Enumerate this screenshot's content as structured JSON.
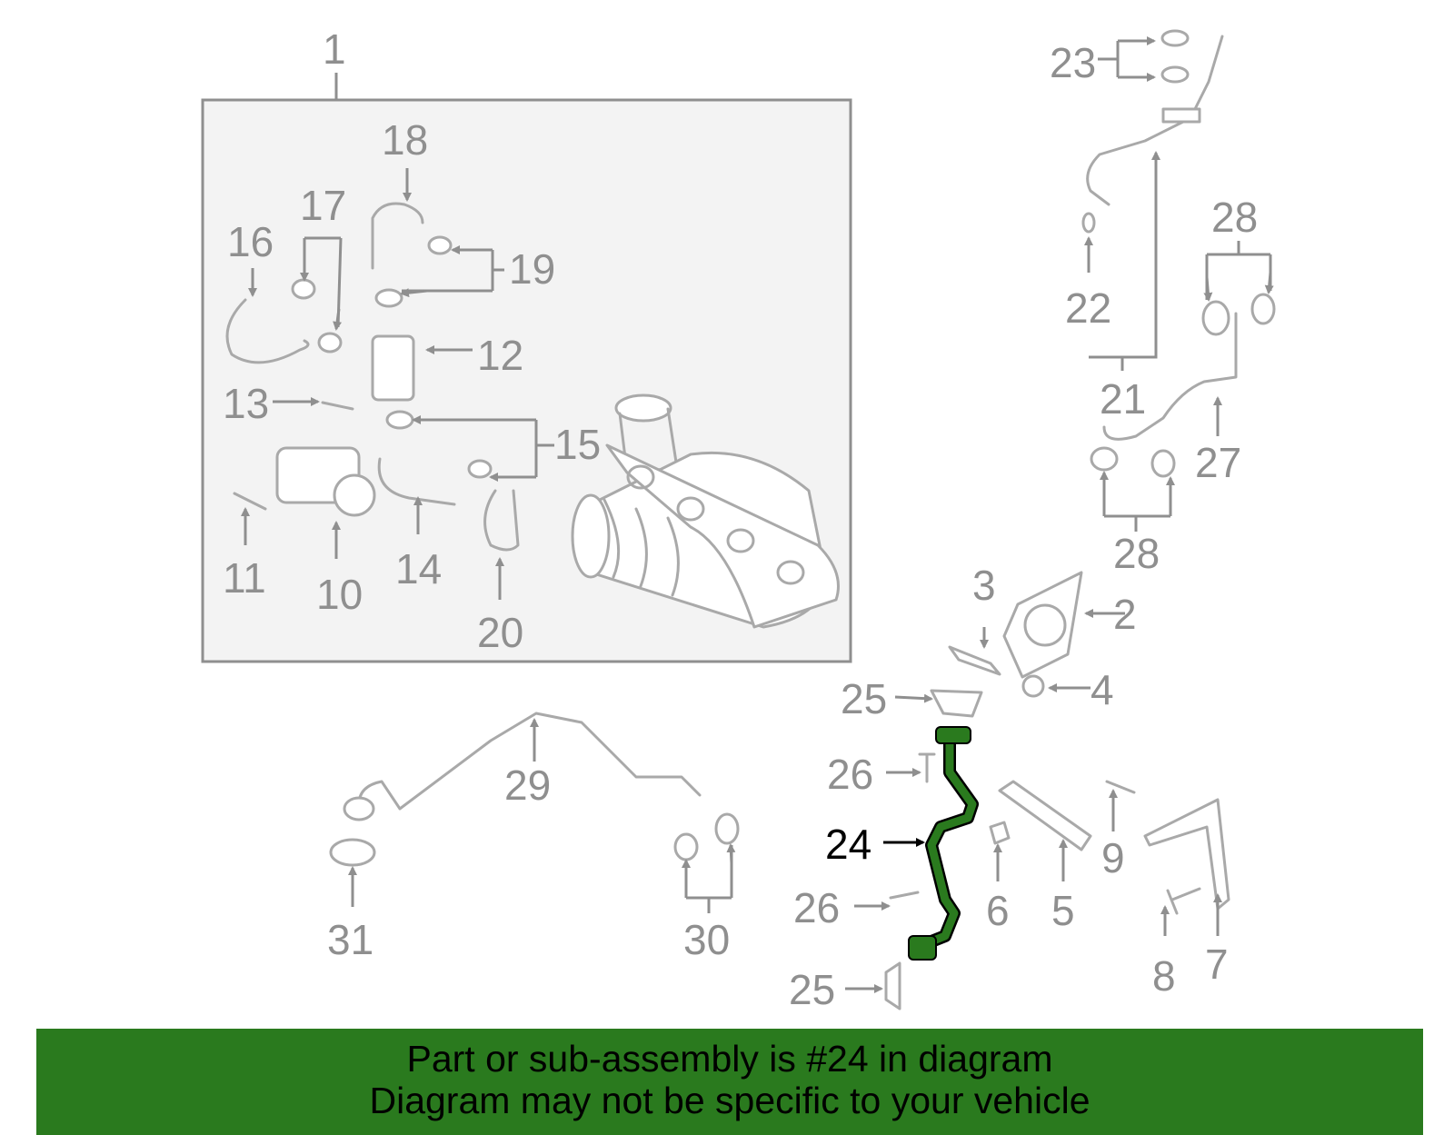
{
  "callouts": [
    "1",
    "2",
    "3",
    "4",
    "5",
    "6",
    "7",
    "8",
    "9",
    "10",
    "11",
    "12",
    "13",
    "14",
    "15",
    "16",
    "17",
    "18",
    "19",
    "20",
    "21",
    "22",
    "23",
    "24",
    "25",
    "25",
    "26",
    "26",
    "27",
    "28",
    "28",
    "29",
    "30",
    "31"
  ],
  "highlighted_part": "24",
  "colors": {
    "highlight": "#2a7a1e",
    "part_line": "#a9a9a9",
    "label": "#8f8f8f",
    "banner": "#2a7a1e"
  },
  "banner": {
    "line1": "Part or sub-assembly is #24 in diagram",
    "line2": "Diagram may not be specific to your vehicle"
  }
}
